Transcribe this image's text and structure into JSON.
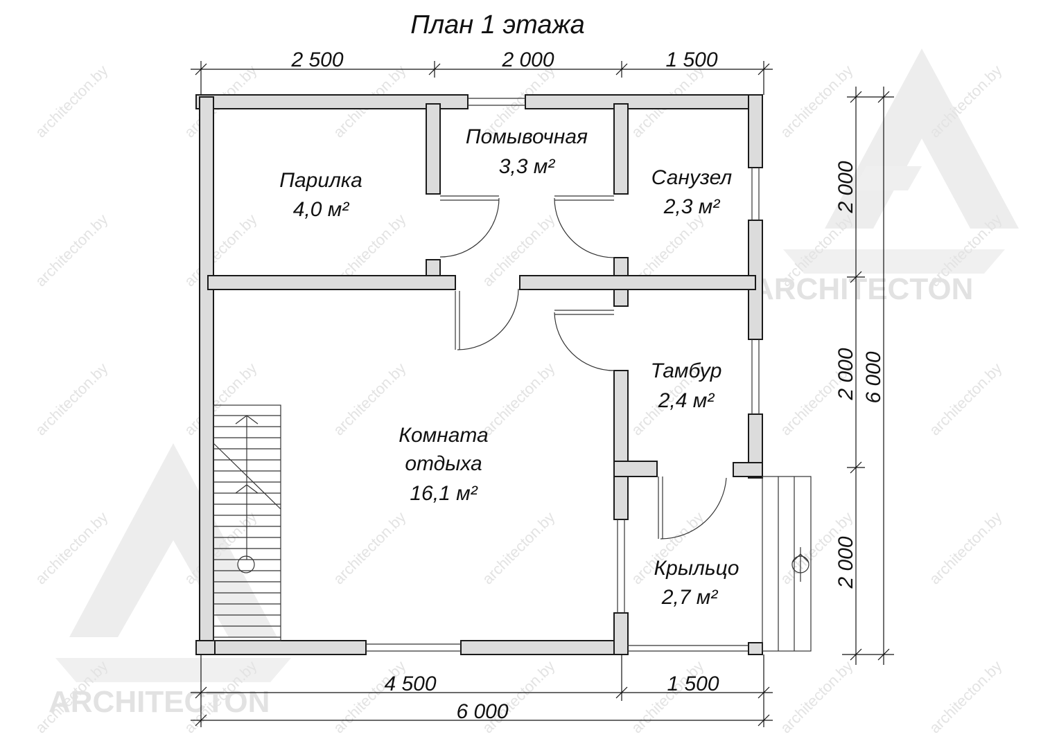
{
  "title": "План 1 этажа",
  "watermark": {
    "brand": "ARCHITECTON",
    "site": "architecton.by",
    "color": "#e3e3e3"
  },
  "rooms": [
    {
      "id": "parilka",
      "name": "Парилка",
      "area": "4,0 м²"
    },
    {
      "id": "pomyvochnaya",
      "name": "Помывочная",
      "area": "3,3 м²"
    },
    {
      "id": "sanuzel",
      "name": "Санузел",
      "area": "2,3 м²"
    },
    {
      "id": "tambur",
      "name": "Тамбур",
      "area": "2,4 м²"
    },
    {
      "id": "komnata",
      "name_line1": "Комната",
      "name_line2": "отдыха",
      "area": "16,1 м²"
    },
    {
      "id": "krylco",
      "name": "Крыльцо",
      "area": "2,7 м²"
    }
  ],
  "dimensions": {
    "top": [
      "2 500",
      "2 000",
      "1 500"
    ],
    "bottom_segments": [
      "4 500",
      "1 500"
    ],
    "bottom_total": "6 000",
    "right_segments": [
      "2 000",
      "2 000",
      "2 000"
    ],
    "right_total": "6 000"
  },
  "colors": {
    "wall_fill": "#dcdcdc",
    "line": "#1a1a1a"
  }
}
